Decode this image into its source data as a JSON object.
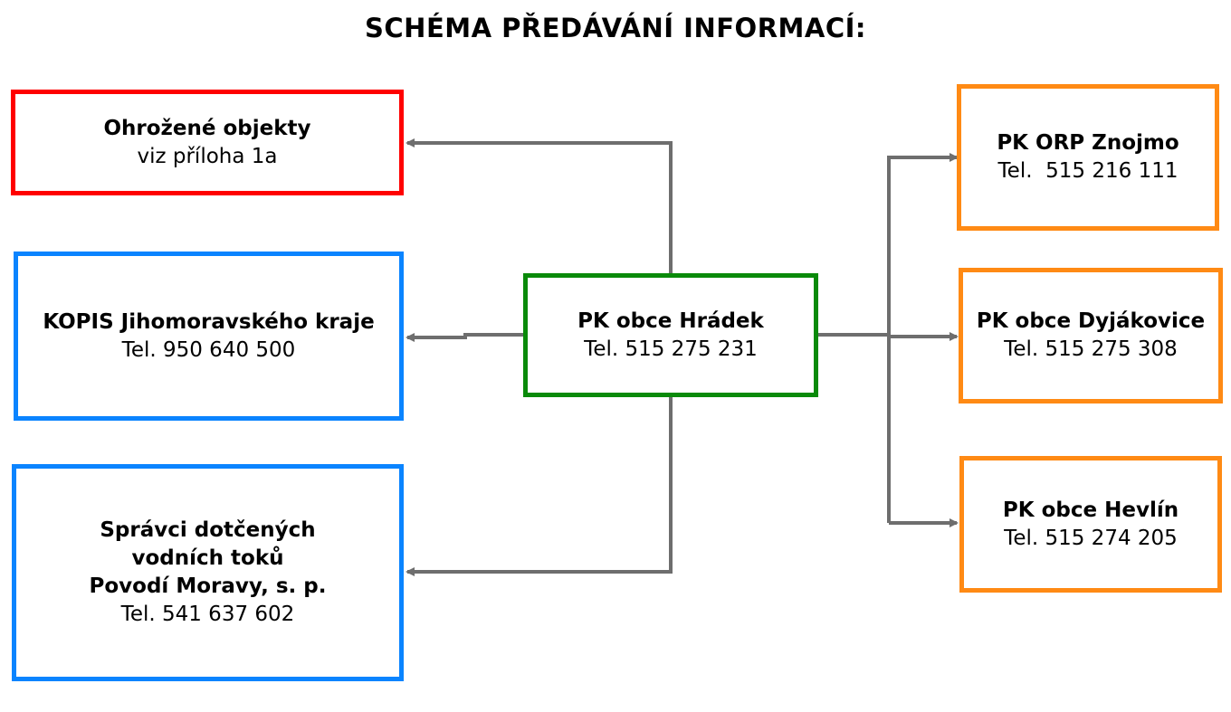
{
  "title": "SCHÉMA PŘEDÁVÁNÍ INFORMACÍ:",
  "center": {
    "name": "PK obce Hrádek",
    "tel": "Tel. 515 275 231"
  },
  "left": [
    {
      "name": "Ohrožené objekty",
      "detail": "viz příloha 1a"
    },
    {
      "name": "KOPIS Jihomoravského kraje",
      "detail": "Tel. 950 640 500"
    },
    {
      "lines": [
        "Správci dotčených",
        "vodních toků",
        "Povodí Moravy, s. p."
      ],
      "detail": "Tel. 541 637 602"
    }
  ],
  "right": [
    {
      "name": "PK ORP Znojmo",
      "tel": "Tel.  515 216 111"
    },
    {
      "name": "PK obce Dyjákovice",
      "tel": "Tel. 515 275 308"
    },
    {
      "name": "PK obce Hevlín",
      "tel": "Tel. 515 274 205"
    }
  ],
  "colors": {
    "danger": "#ff0000",
    "blue": "#0a84ff",
    "green": "#0a8a0a",
    "orange": "#ff8a14",
    "connector": "#6e6e6e"
  }
}
